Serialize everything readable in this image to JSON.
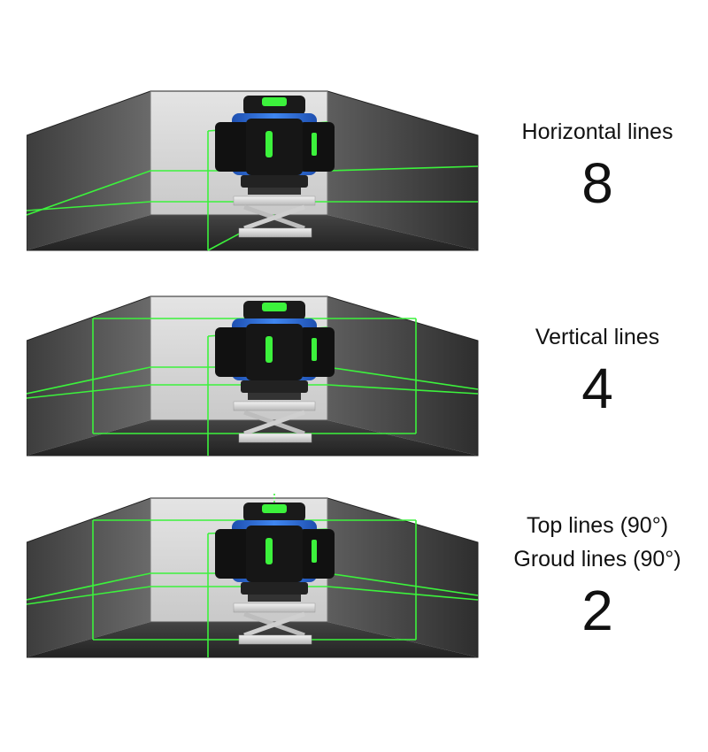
{
  "sections": [
    {
      "caption": "Horizontal lines",
      "count": "8"
    },
    {
      "caption": "Vertical lines",
      "count": "4"
    },
    {
      "caption_top": "Top lines (90°)",
      "caption_ground": "Groud lines (90°)",
      "count": "2"
    }
  ],
  "colors": {
    "laser_green": "#3cf23c",
    "laser_body_blue": "#2f6fd9",
    "room_wall_dark": "#5a5a5a",
    "room_back_light": "#d8d8d8"
  }
}
